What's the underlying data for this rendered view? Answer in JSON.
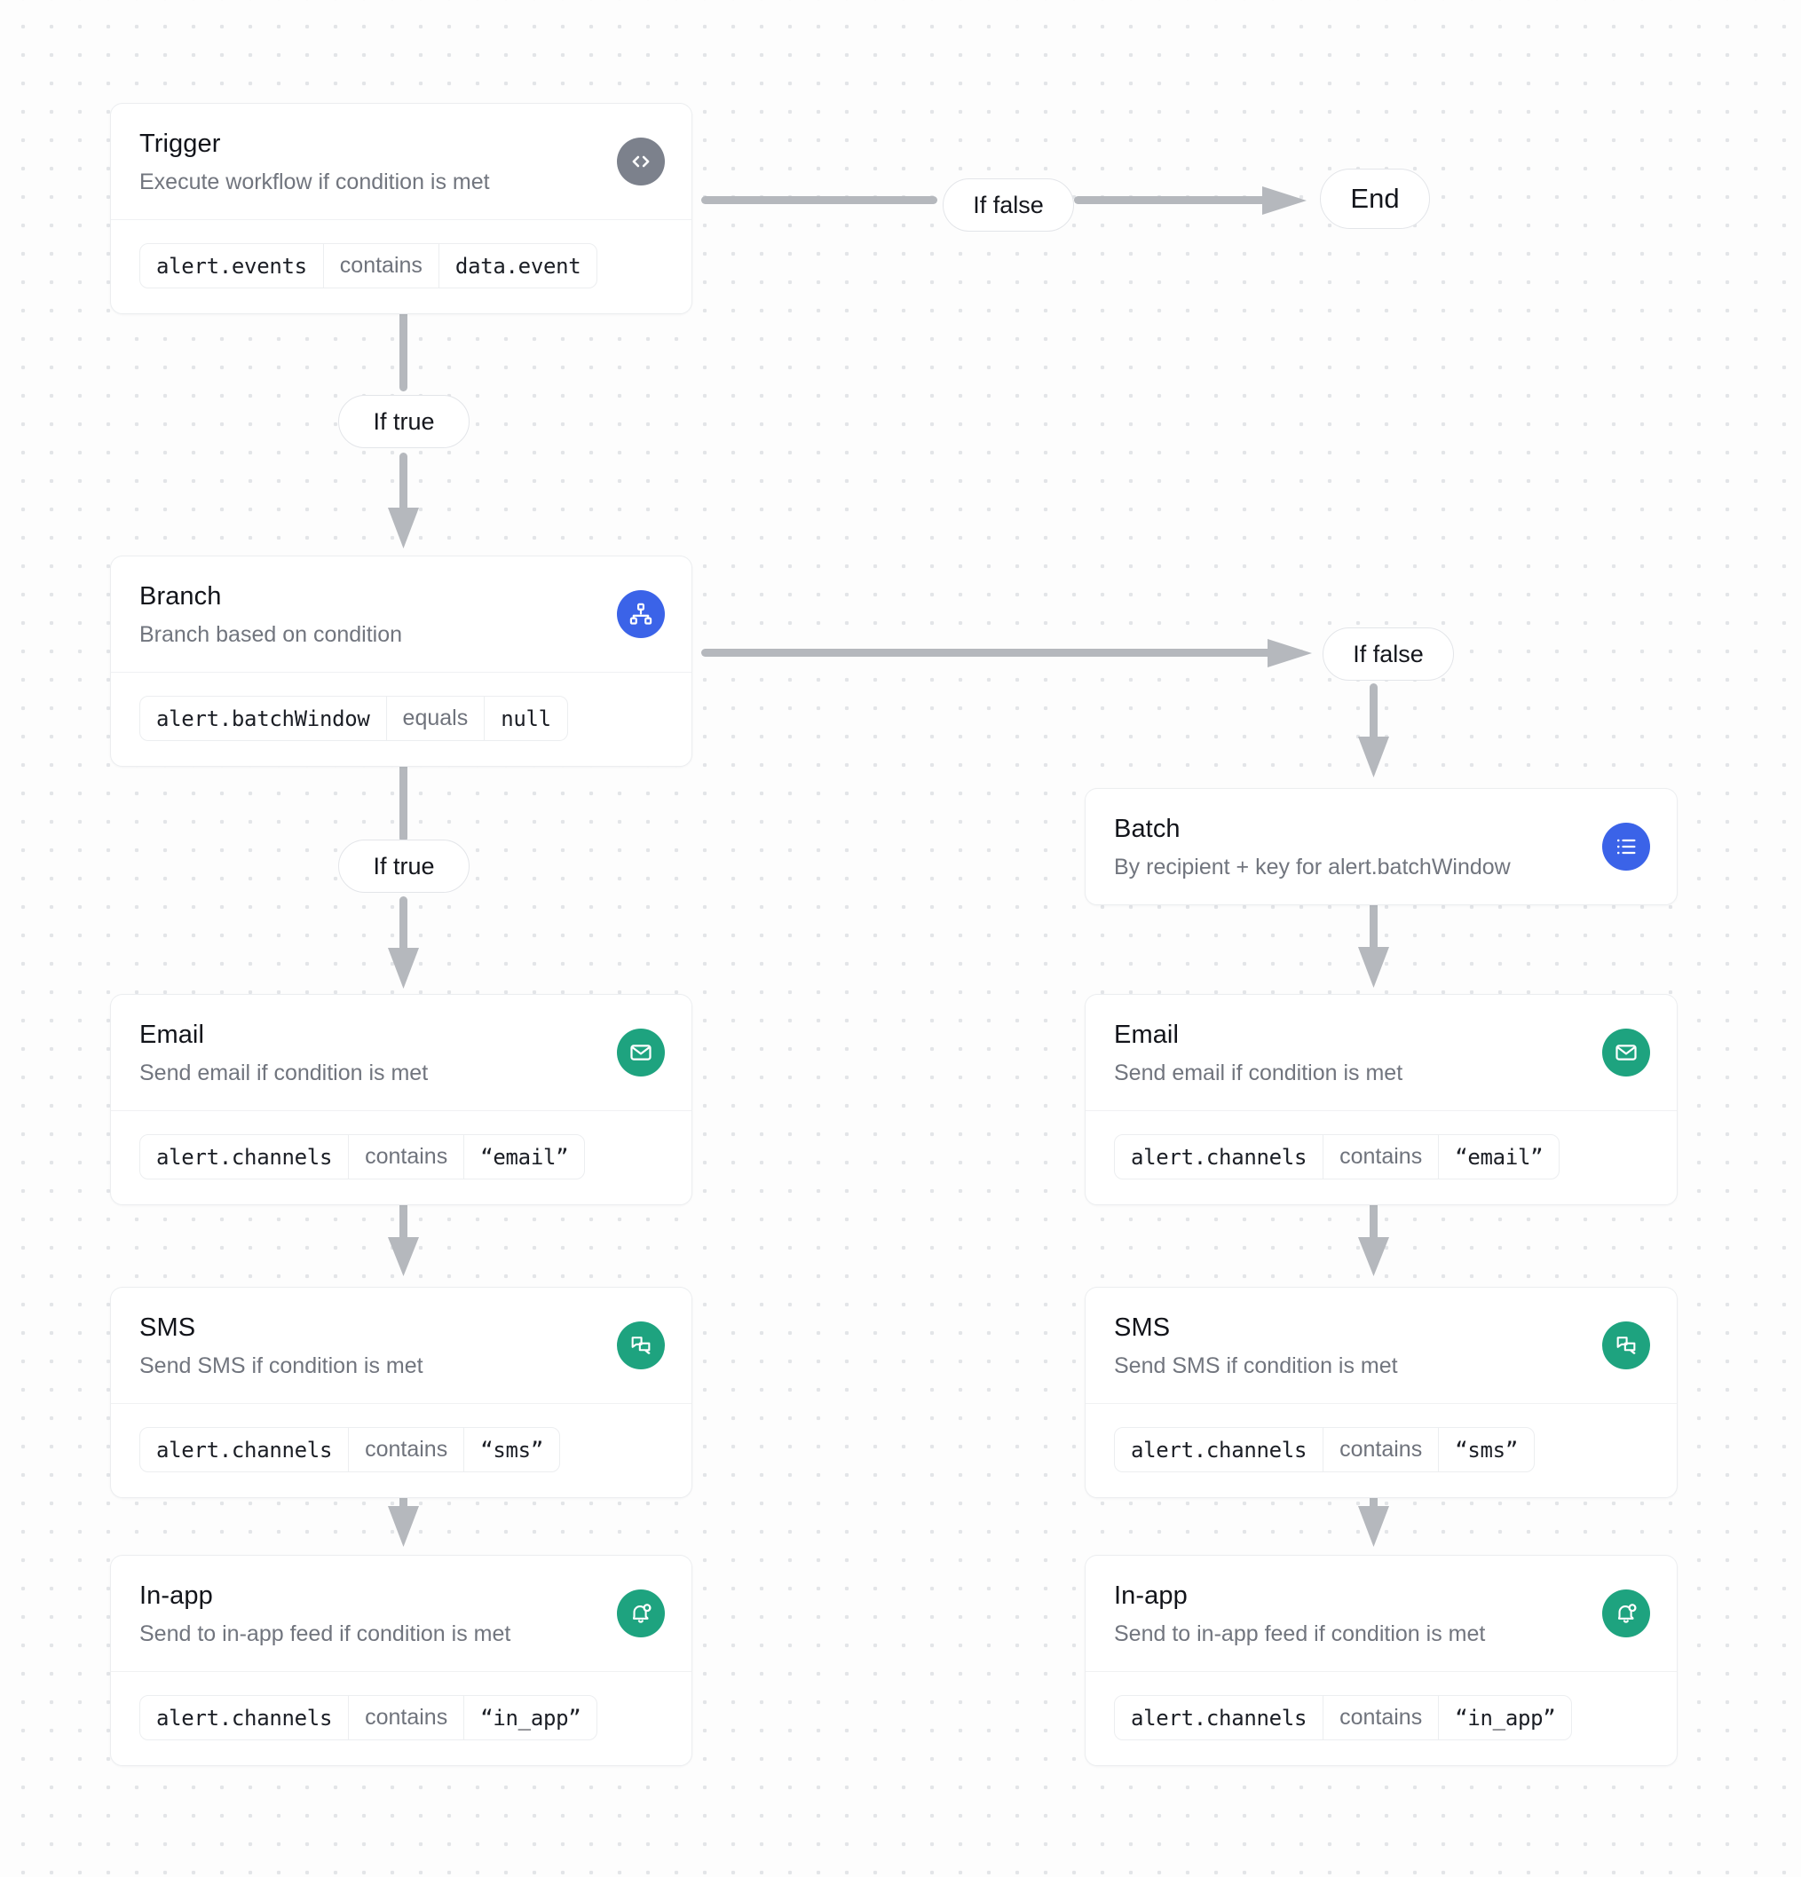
{
  "canvas": {
    "background_color": "#fdfdfd",
    "dot_color": "#e3e5e8",
    "connector_color": "#b5b8bd"
  },
  "colors": {
    "trigger_icon_bg": "#7c818c",
    "branch_icon_bg": "#3b63e8",
    "batch_icon_bg": "#3b63e8",
    "channel_icon_bg": "#1ea37f",
    "title": "#12141a",
    "subtitle": "#71757e",
    "operand": "#1b1e25",
    "operator": "#6f737c"
  },
  "nodes": {
    "trigger": {
      "title": "Trigger",
      "subtitle": "Execute workflow if condition is met",
      "icon": "code-icon",
      "condition": {
        "operand_left": "alert.events",
        "operator": "contains",
        "operand_right": "data.event"
      }
    },
    "branch": {
      "title": "Branch",
      "subtitle": "Branch based on condition",
      "icon": "sitemap-icon",
      "condition": {
        "operand_left": "alert.batchWindow",
        "operator": "equals",
        "operand_right": "null"
      }
    },
    "batch": {
      "title": "Batch",
      "subtitle": "By recipient + key for alert.batchWindow",
      "icon": "list-icon"
    },
    "email_left": {
      "title": "Email",
      "subtitle": "Send email if condition is met",
      "icon": "envelope-icon",
      "condition": {
        "operand_left": "alert.channels",
        "operator": "contains",
        "operand_right": "“email”"
      }
    },
    "sms_left": {
      "title": "SMS",
      "subtitle": "Send SMS if condition is met",
      "icon": "chat-bubbles-icon",
      "condition": {
        "operand_left": "alert.channels",
        "operator": "contains",
        "operand_right": "“sms”"
      }
    },
    "inapp_left": {
      "title": "In-app",
      "subtitle": "Send to in-app feed if condition is met",
      "icon": "bell-icon",
      "condition": {
        "operand_left": "alert.channels",
        "operator": "contains",
        "operand_right": "“in_app”"
      }
    },
    "email_right": {
      "title": "Email",
      "subtitle": "Send email if condition is met",
      "icon": "envelope-icon",
      "condition": {
        "operand_left": "alert.channels",
        "operator": "contains",
        "operand_right": "“email”"
      }
    },
    "sms_right": {
      "title": "SMS",
      "subtitle": "Send SMS if condition is met",
      "icon": "chat-bubbles-icon",
      "condition": {
        "operand_left": "alert.channels",
        "operator": "contains",
        "operand_right": "“sms”"
      }
    },
    "inapp_right": {
      "title": "In-app",
      "subtitle": "Send to in-app feed if condition is met",
      "icon": "bell-icon",
      "condition": {
        "operand_left": "alert.channels",
        "operator": "contains",
        "operand_right": "“in_app”"
      }
    }
  },
  "labels": {
    "trigger_false": "If false",
    "trigger_true": "If true",
    "branch_false": "If false",
    "branch_true": "If true",
    "end": "End"
  }
}
